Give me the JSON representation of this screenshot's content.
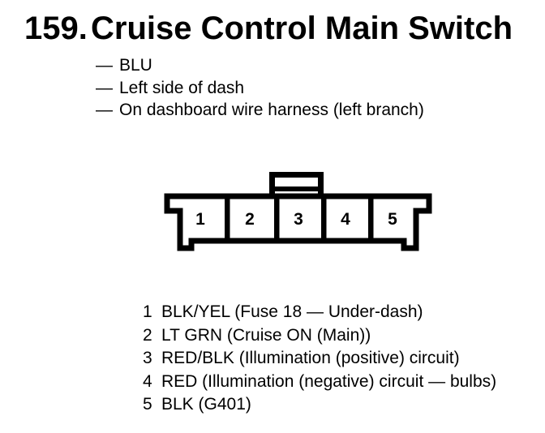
{
  "page": {
    "background": "#ffffff",
    "ink": "#000000"
  },
  "header": {
    "number": "159.",
    "title": "Cruise Control Main Switch"
  },
  "details": {
    "dash": "—",
    "items": [
      "BLU",
      "Left side of dash",
      "On dashboard wire harness (left branch)"
    ]
  },
  "connector": {
    "pins": [
      "1",
      "2",
      "3",
      "4",
      "5"
    ]
  },
  "legend": {
    "rows": [
      {
        "pin": "1",
        "desc": "BLK/YEL (Fuse 18 — Under-dash)"
      },
      {
        "pin": "2",
        "desc": "LT GRN (Cruise ON (Main))"
      },
      {
        "pin": "3",
        "desc": "RED/BLK (Illumination (positive) circuit)"
      },
      {
        "pin": "4",
        "desc": "RED (Illumination (negative) circuit — bulbs)"
      },
      {
        "pin": "5",
        "desc": "BLK (G401)"
      }
    ]
  }
}
